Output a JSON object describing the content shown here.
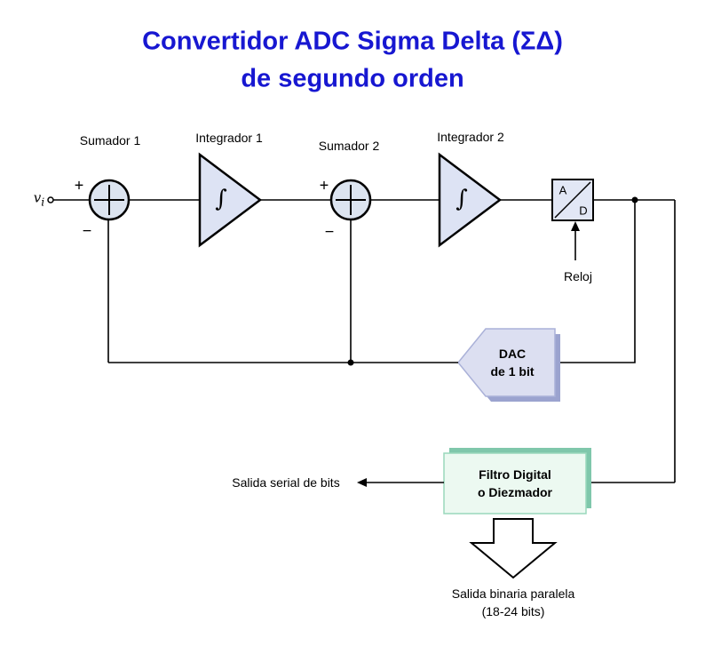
{
  "title": {
    "line1": "Convertidor ADC Sigma Delta (ΣΔ)",
    "line2": "de segundo orden"
  },
  "labels": {
    "sumador1": "Sumador 1",
    "integrador1": "Integrador 1",
    "sumador2": "Sumador 2",
    "integrador2": "Integrador 2",
    "reloj": "Reloj",
    "input_base": "v",
    "input_sub": "i",
    "plus": "+",
    "minus": "−",
    "integral": "∫",
    "adc_a": "A",
    "adc_d": "D"
  },
  "blocks": {
    "dac": {
      "line1": "DAC",
      "line2": "de 1 bit"
    },
    "filtro": {
      "line1": "Filtro Digital",
      "line2": "o Diezmador"
    }
  },
  "outputs": {
    "serial": "Salida serial de bits",
    "paralela_line1": "Salida binaria paralela",
    "paralela_line2": "(18-24 bits)"
  },
  "colors": {
    "title": "#1717d1",
    "sum": "#dce4f0",
    "tri": "#dde3f4",
    "adc": "#e2e7f5",
    "dac": "#dcdff1",
    "dac_shadow": "#9ba3cf",
    "dac_stroke": "#aab1d8",
    "filter": "#ecf9f1",
    "filter_shadow": "#7fc7ab",
    "filter_stroke": "#9ad8bc",
    "wire": "#000000"
  }
}
